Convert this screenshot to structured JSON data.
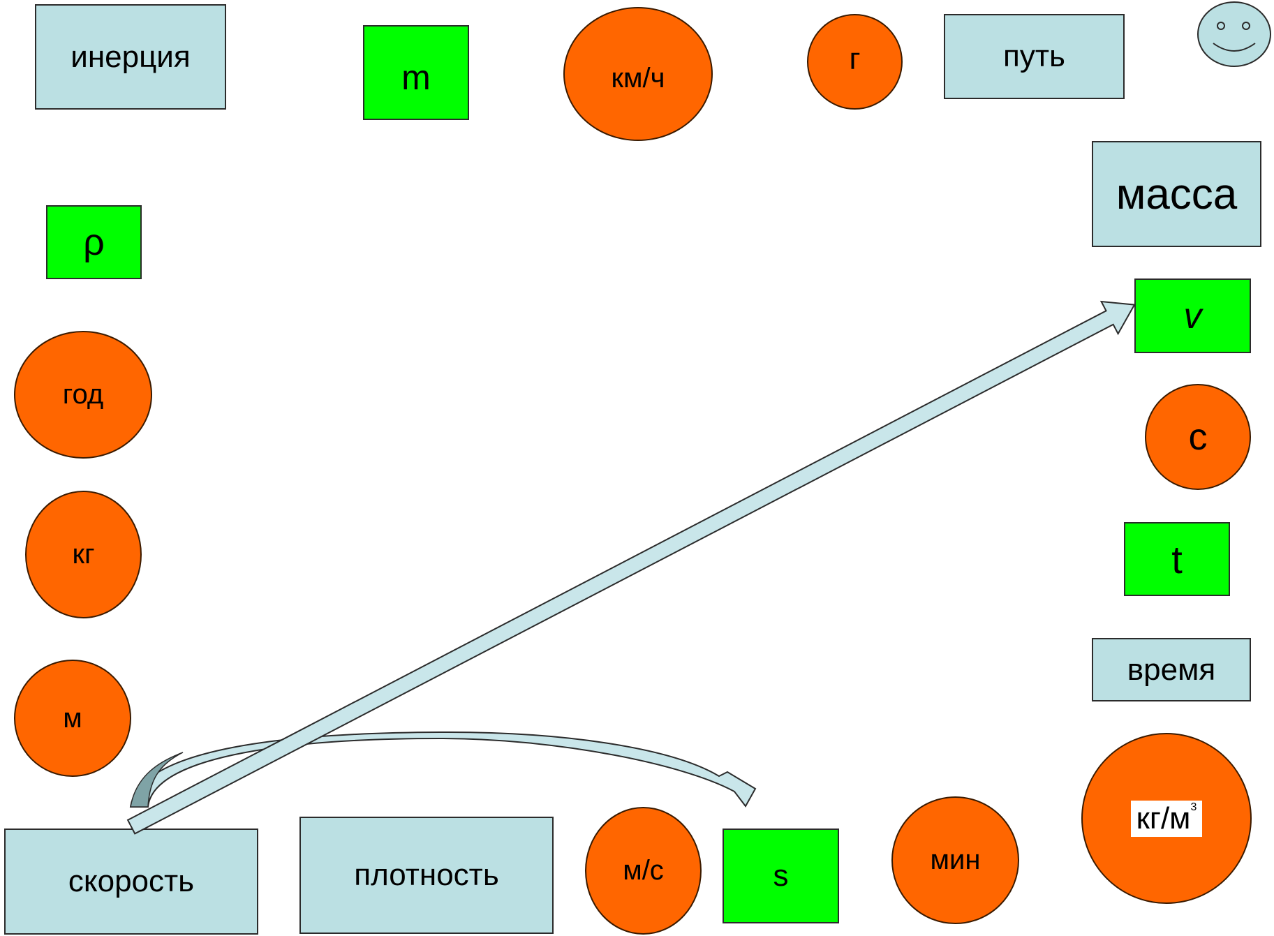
{
  "terms": {
    "inertia": "инерция",
    "path": "путь",
    "mass": "масса",
    "time": "время",
    "speed": "скорость",
    "density": "плотность"
  },
  "symbols": {
    "m": "m",
    "rho": "ρ",
    "v": "v",
    "t": "t",
    "s": "s"
  },
  "units": {
    "kmh": "км/ч",
    "g": "г",
    "year": "год",
    "kg": "кг",
    "m": "м",
    "sec": "с",
    "ms": "м/с",
    "min": "мин",
    "kgm3_base": "кг/м",
    "kgm3_exp": "3"
  },
  "icons": {
    "smiley": "smiley-face-icon"
  },
  "colors": {
    "term_fill": "#bbe0e3",
    "symbol_fill": "#00ff00",
    "unit_fill": "#ff6600",
    "arrow_fill": "#c9e6ea"
  }
}
